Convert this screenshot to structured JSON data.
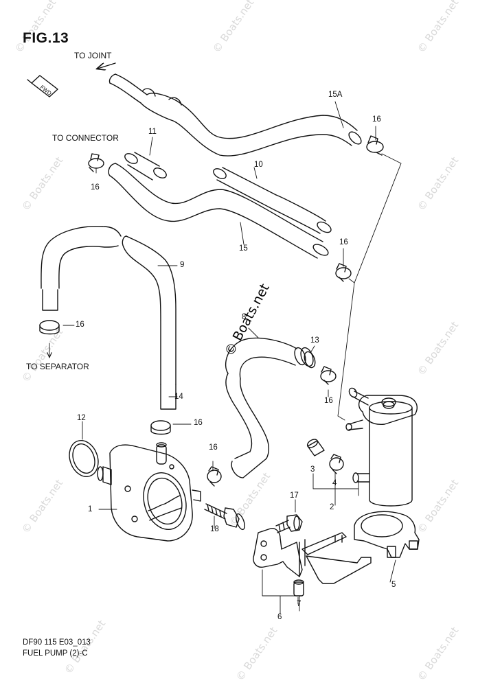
{
  "figure": {
    "title": "FIG.13",
    "fwd_badge": "FWD",
    "watermark": "© Boats.net",
    "code": "DF90 115 E03_013",
    "caption": "FUEL PUMP (2)-C"
  },
  "annotations": {
    "to_joint": "TO JOINT",
    "to_connector": "TO CONNECTOR",
    "to_separator": "TO SEPARATOR"
  },
  "callouts": {
    "c1": "1",
    "c2": "2",
    "c3": "3",
    "c4": "4",
    "c5": "5",
    "c6": "6",
    "c7": "7",
    "c8": "8",
    "c9": "9",
    "c10": "10",
    "c11": "11",
    "c12": "12",
    "c13": "13",
    "c14": "14",
    "c15": "15",
    "c15a": "15A",
    "c16": "16",
    "c17": "17",
    "c18": "18"
  }
}
